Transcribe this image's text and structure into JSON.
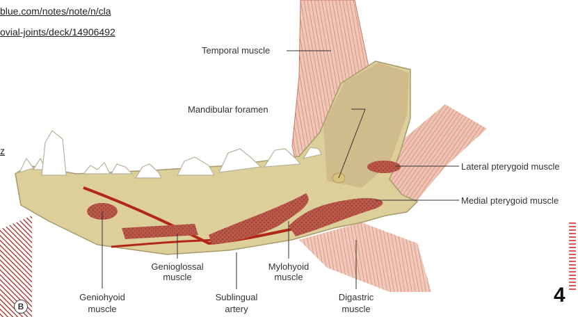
{
  "url_lines": [
    "blue.com/notes/note/n/cla",
    "ovial-joints/deck/14906492",
    "z"
  ],
  "labels": {
    "temporal": "Temporal muscle",
    "mandibular_foramen": "Mandibular foramen",
    "lateral_pterygoid": "Lateral pterygoid muscle",
    "medial_pterygoid": "Medial pterygoid muscle",
    "genioglossal_1": "Genioglossal",
    "genioglossal_2": "muscle",
    "mylohyoid_1": "Mylohyoid",
    "mylohyoid_2": "muscle",
    "geniohyoid_1": "Geniohyoid",
    "geniohyoid_2": "muscle",
    "sublingual_1": "Sublingual",
    "sublingual_2": "artery",
    "digastric_1": "Digastric",
    "digastric_2": "muscle"
  },
  "figure_letter": "B",
  "page_number": "4",
  "colors": {
    "bone": "#dccf9a",
    "muscle": "#b9574a",
    "muscle_light": "#e9b6a6",
    "artery": "#b3261a"
  }
}
